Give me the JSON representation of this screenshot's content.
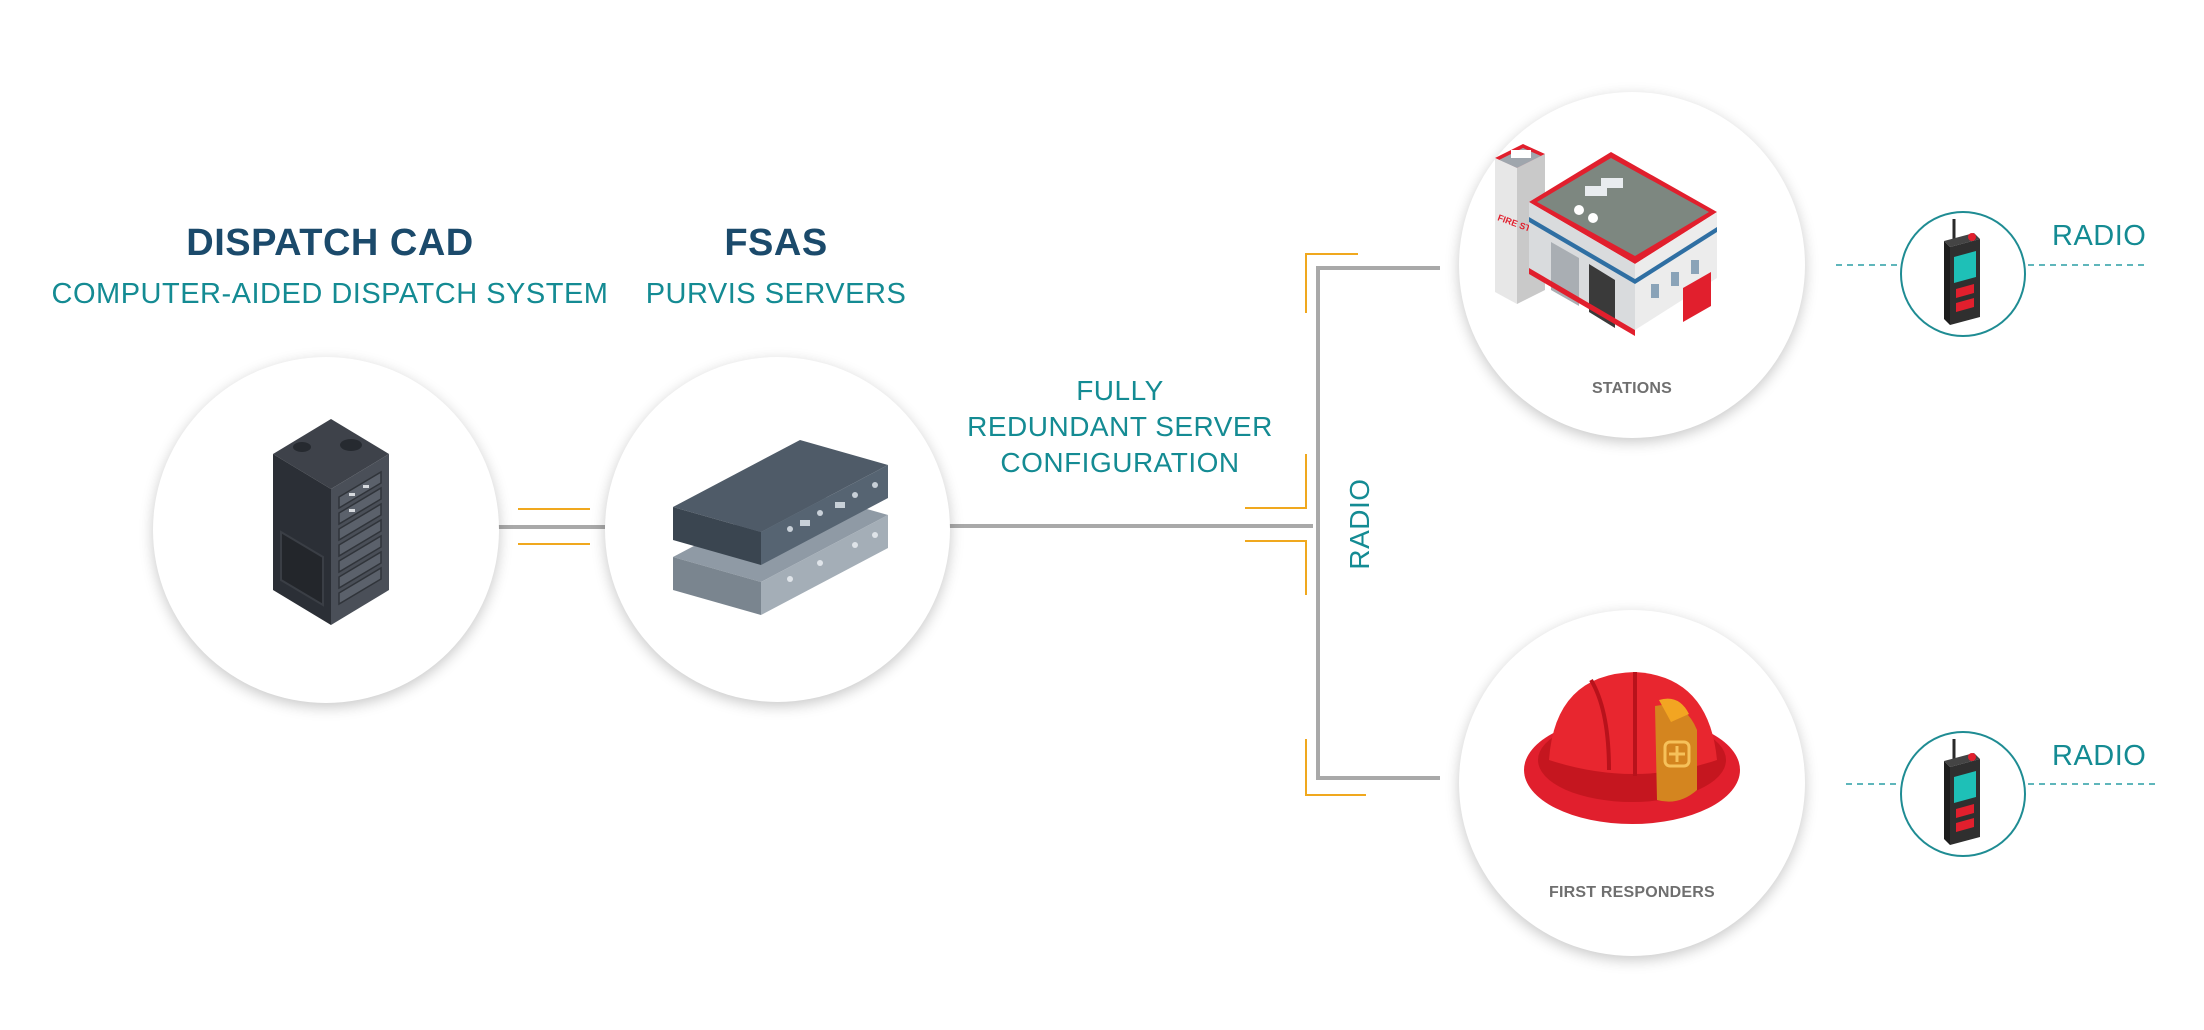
{
  "dispatch_cad": {
    "title": "DISPATCH CAD",
    "subtitle": "COMPUTER-AIDED DISPATCH SYSTEM"
  },
  "fsas": {
    "title": "FSAS",
    "subtitle": "PURVIS SERVERS"
  },
  "config": {
    "line1": "FULLY",
    "line2": "REDUNDANT SERVER",
    "line3": "CONFIGURATION"
  },
  "trunk_label": "RADIO",
  "stations": {
    "label": "STATIONS",
    "sign": "FIRE STATION",
    "radio_label": "RADIO"
  },
  "first_responders": {
    "label": "FIRST RESPONDERS",
    "radio_label": "RADIO"
  },
  "colors": {
    "title_navy": "#1b4a6b",
    "accent_teal": "#148b93",
    "connector_orange": "#f0a81e",
    "line_gray": "#a9a9a9",
    "fire_red": "#e11f2d"
  },
  "icons": {
    "dispatch": "server-tower-icon",
    "fsas": "rack-server-icon",
    "stations": "fire-station-icon",
    "responders": "firefighter-helmet-icon",
    "radio": "handheld-radio-icon"
  }
}
